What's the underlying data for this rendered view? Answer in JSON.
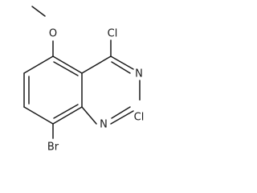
{
  "molecule": {
    "labels": {
      "methoxy_oxygen": "O",
      "chloro_4": "Cl",
      "nitrogen_3": "N",
      "chloro_2": "Cl",
      "nitrogen_1": "N",
      "bromo_8": "Br"
    },
    "colors": {
      "ink": "#1a1a1a",
      "background": "#ffffff"
    }
  }
}
